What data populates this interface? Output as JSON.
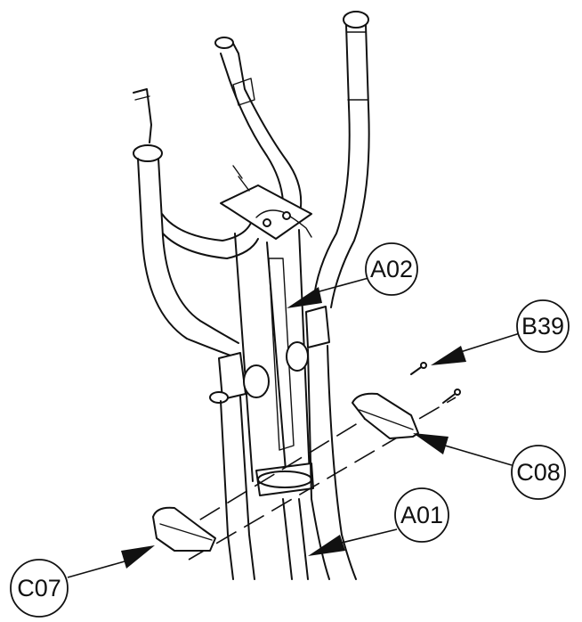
{
  "callouts": [
    {
      "id": "A02",
      "label": "A02"
    },
    {
      "id": "B39",
      "label": "B39"
    },
    {
      "id": "C08",
      "label": "C08"
    },
    {
      "id": "A01",
      "label": "A01"
    },
    {
      "id": "C07",
      "label": "C07"
    }
  ],
  "colors": {
    "line": "#111111",
    "background": "#ffffff"
  }
}
